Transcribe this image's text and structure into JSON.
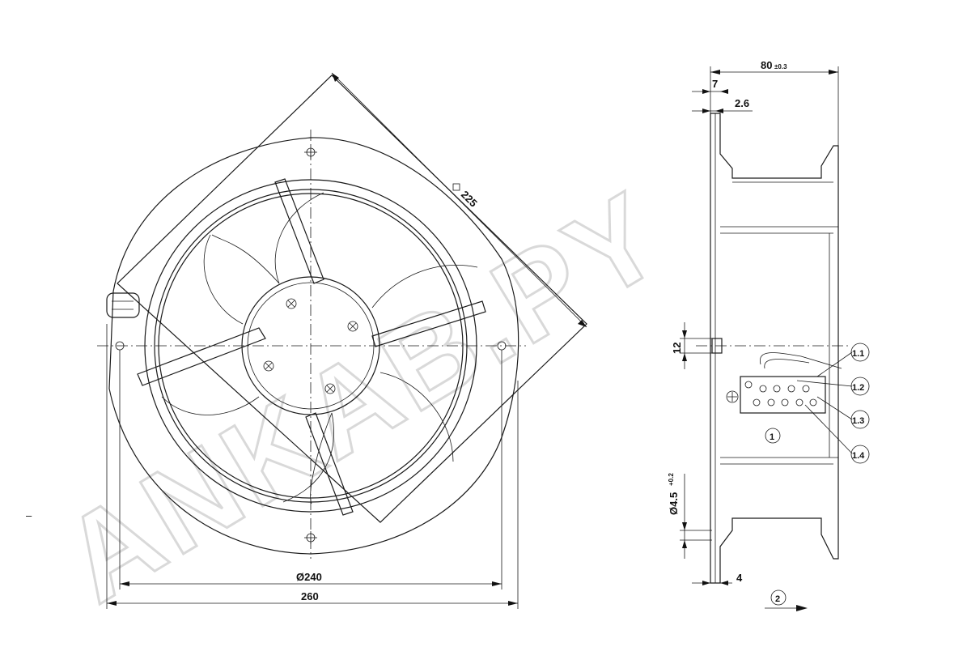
{
  "watermark": "ANKAB.PY",
  "front_view": {
    "dim_overall_width": "260",
    "dim_ring_diameter": "Ø240",
    "dim_square": "225"
  },
  "side_view": {
    "dim_depth_main": "80",
    "dim_depth_tol": "±0.3",
    "dim_flange": "7",
    "dim_offset": "2.6",
    "dim_mount_hole_main": "Ø4.5",
    "dim_mount_hole_tol": "+0.2",
    "dim_slot": "12",
    "dim_foot": "4",
    "callouts": [
      "1.1",
      "1.2",
      "1.3",
      "1.4"
    ],
    "callout_terminal_block": "1",
    "callout_airflow": "2"
  },
  "stray_mark": "–"
}
